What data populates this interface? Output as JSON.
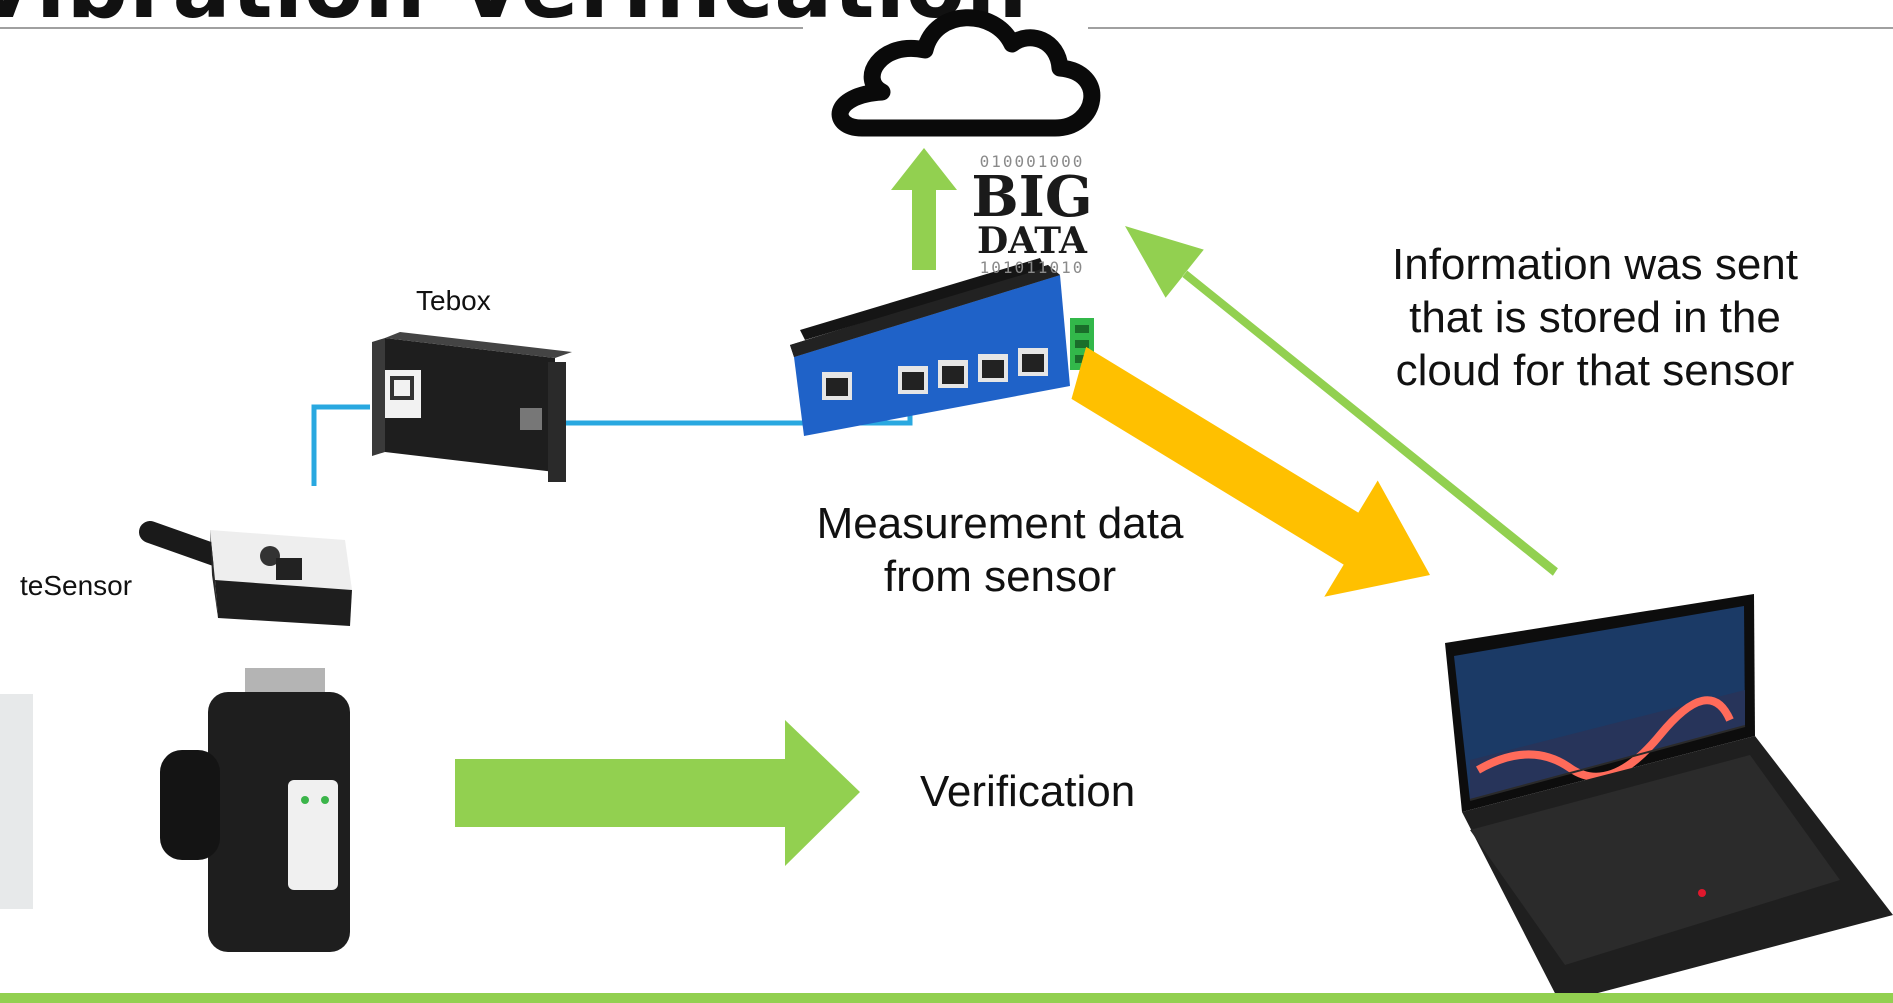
{
  "slide": {
    "title": "Vibration Verification",
    "colors": {
      "green": "#92d050",
      "yellow": "#ffc000",
      "cable": "#29a8e0",
      "rule": "#a0a0a0"
    }
  },
  "labels": {
    "tebox": "Tebox",
    "tesensor": "teSensor",
    "measurement": [
      "Measurement data",
      "from sensor"
    ],
    "cloud_info": [
      "Information was sent",
      "that is stored in the",
      "cloud for that sensor"
    ],
    "verification": "Verification"
  },
  "big_data": {
    "bits_top": "010001000",
    "word1": "BIG",
    "word2": "DATA",
    "bits_bottom": "101011010"
  },
  "icons": [
    "cloud-icon",
    "tebox-device",
    "switch-device",
    "sensor-device",
    "calibrator-device",
    "laptop-device"
  ]
}
